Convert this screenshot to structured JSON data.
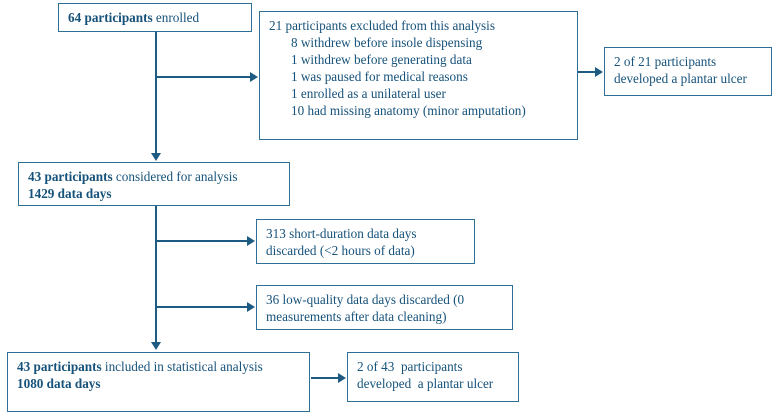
{
  "figure": {
    "type": "flowchart",
    "orientation": "top-down with right-side exclusion branches",
    "accent_color": "#1d5b82",
    "border_color": "#2e6f96",
    "background": "#ffffff"
  },
  "nodes": {
    "enrolled": {
      "bold_lead": "64 participants",
      "rest": " enrolled"
    },
    "excluded": {
      "heading": "21 participants excluded from this analysis",
      "items": [
        "8 withdrew before insole dispensing",
        "1 withdrew before generating data",
        "1 was paused for medical reasons",
        "1 enrolled as a unilateral user",
        "10 had missing anatomy (minor amputation)"
      ]
    },
    "ulcer_21": {
      "line1": "2 of 21 participants",
      "line2": "developed a plantar ulcer"
    },
    "considered": {
      "bold_lead": "43 participants",
      "rest": " considered for analysis",
      "line2_bold": "1429 data days"
    },
    "short_duration": {
      "line1": "313 short-duration data days",
      "line2": "discarded (<2 hours of data)"
    },
    "low_quality": {
      "line1": "36 low-quality data days discarded (0",
      "line2": "measurements after data cleaning)"
    },
    "included": {
      "bold_lead": "43 participants",
      "rest": " included in statistical analysis",
      "line2_bold": "1080 data days"
    },
    "ulcer_43": {
      "line1": "2 of 43  participants",
      "line2": "developed  a plantar ulcer"
    }
  }
}
